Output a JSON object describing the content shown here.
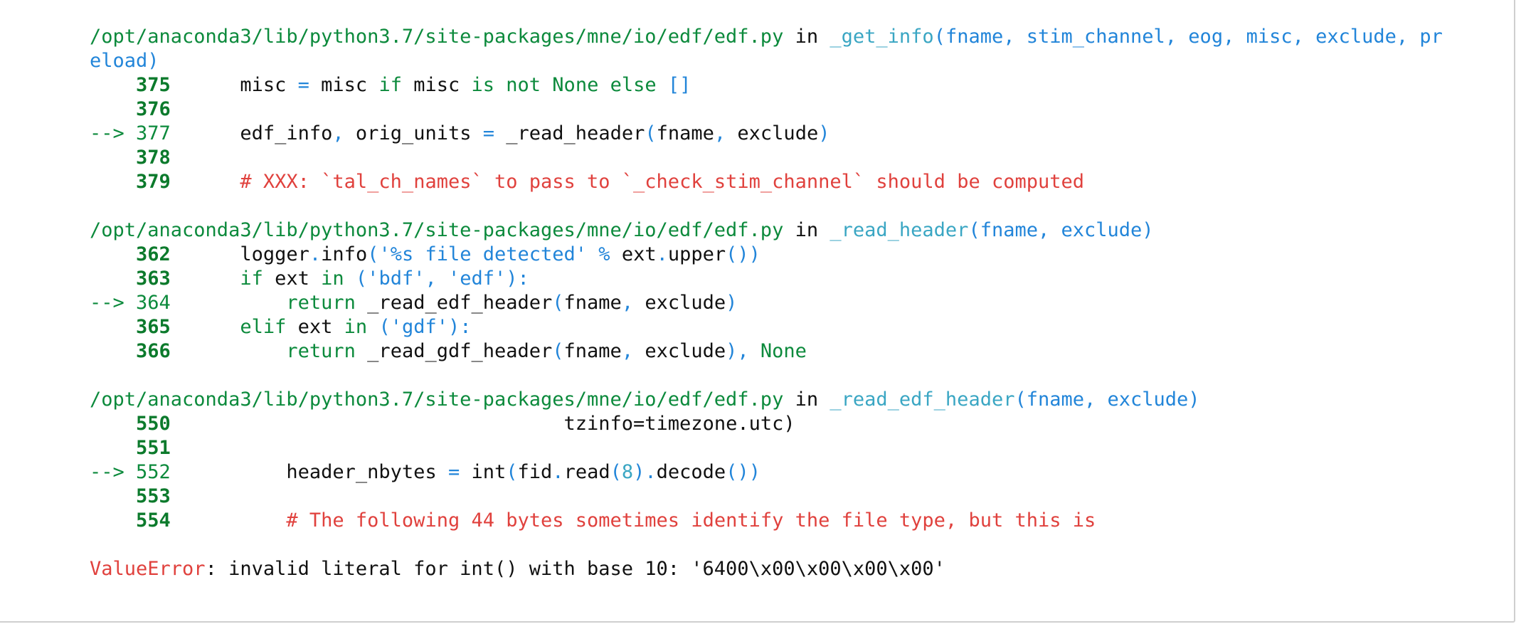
{
  "frames": [
    {
      "path": "/opt/anaconda3/lib/python3.7/site-packages/mne/io/edf/edf.py",
      "in_word": "in",
      "func": "_get_info",
      "args_part1": "(fname, stim_channel, eog, misc, exclude, pr",
      "args_part2": "eload)",
      "lines": [
        {
          "num": "375",
          "t1": "misc ",
          "t2": "=",
          "t3": " misc ",
          "t4": "if",
          "t5": " misc ",
          "t6": "is not None else",
          "t7": " []"
        },
        {
          "num": "376"
        },
        {
          "num": "377",
          "arrow": "--> ",
          "t1": "edf_info",
          "t2": ",",
          "t3": " orig_units ",
          "t4": "=",
          "t5": " _read_header",
          "t6": "(",
          "t7": "fname",
          "t8": ",",
          "t9": " exclude",
          "t10": ")"
        },
        {
          "num": "378"
        },
        {
          "num": "379",
          "comment": "# XXX: `tal_ch_names` to pass to `_check_stim_channel` should be computed"
        }
      ]
    },
    {
      "path": "/opt/anaconda3/lib/python3.7/site-packages/mne/io/edf/edf.py",
      "in_word": "in",
      "func": "_read_header",
      "args": "(fname, exclude)",
      "lines": [
        {
          "num": "362",
          "t1": "logger",
          "t2": ".",
          "t3": "info",
          "t4": "('%s file detected' % ",
          "t5": "ext",
          "t6": ".",
          "t7": "upper",
          "t8": "())"
        },
        {
          "num": "363",
          "t1": "if",
          "t2": " ext ",
          "t3": "in",
          "t4": " ('bdf', 'edf'):"
        },
        {
          "num": "364",
          "arrow": "--> ",
          "t1": "return",
          "t2": " _read_edf_header",
          "t3": "(",
          "t4": "fname",
          "t5": ",",
          "t6": " exclude",
          "t7": ")"
        },
        {
          "num": "365",
          "t1": "elif",
          "t2": " ext ",
          "t3": "in",
          "t4": " ('gdf'):"
        },
        {
          "num": "366",
          "t1": "return",
          "t2": " _read_gdf_header",
          "t3": "(",
          "t4": "fname",
          "t5": ",",
          "t6": " exclude",
          "t7": "),",
          "t8": " None"
        }
      ]
    },
    {
      "path": "/opt/anaconda3/lib/python3.7/site-packages/mne/io/edf/edf.py",
      "in_word": "in",
      "func": "_read_edf_header",
      "args": "(fname, exclude)",
      "lines": [
        {
          "num": "550",
          "t1": "tzinfo=timezone.utc)"
        },
        {
          "num": "551"
        },
        {
          "num": "552",
          "arrow": "--> ",
          "t1": "header_nbytes ",
          "t2": "=",
          "t3": " int",
          "t4": "(",
          "t5": "fid",
          "t6": ".",
          "t7": "read",
          "t8": "(",
          "t9": "8",
          "t10": ").",
          "t11": "decode",
          "t12": "())"
        },
        {
          "num": "553"
        },
        {
          "num": "554",
          "comment": "# The following 44 bytes sometimes identify the file type, but this is"
        }
      ]
    }
  ],
  "error": {
    "type": "ValueError",
    "message": ": invalid literal for int() with base 10: '6400\\x00\\x00\\x00\\x00'"
  },
  "colors": {
    "green": "#0c8a3c",
    "cyan": "#3aa6c3",
    "blue": "#2285d9",
    "red": "#e0413d",
    "text": "#111111"
  }
}
